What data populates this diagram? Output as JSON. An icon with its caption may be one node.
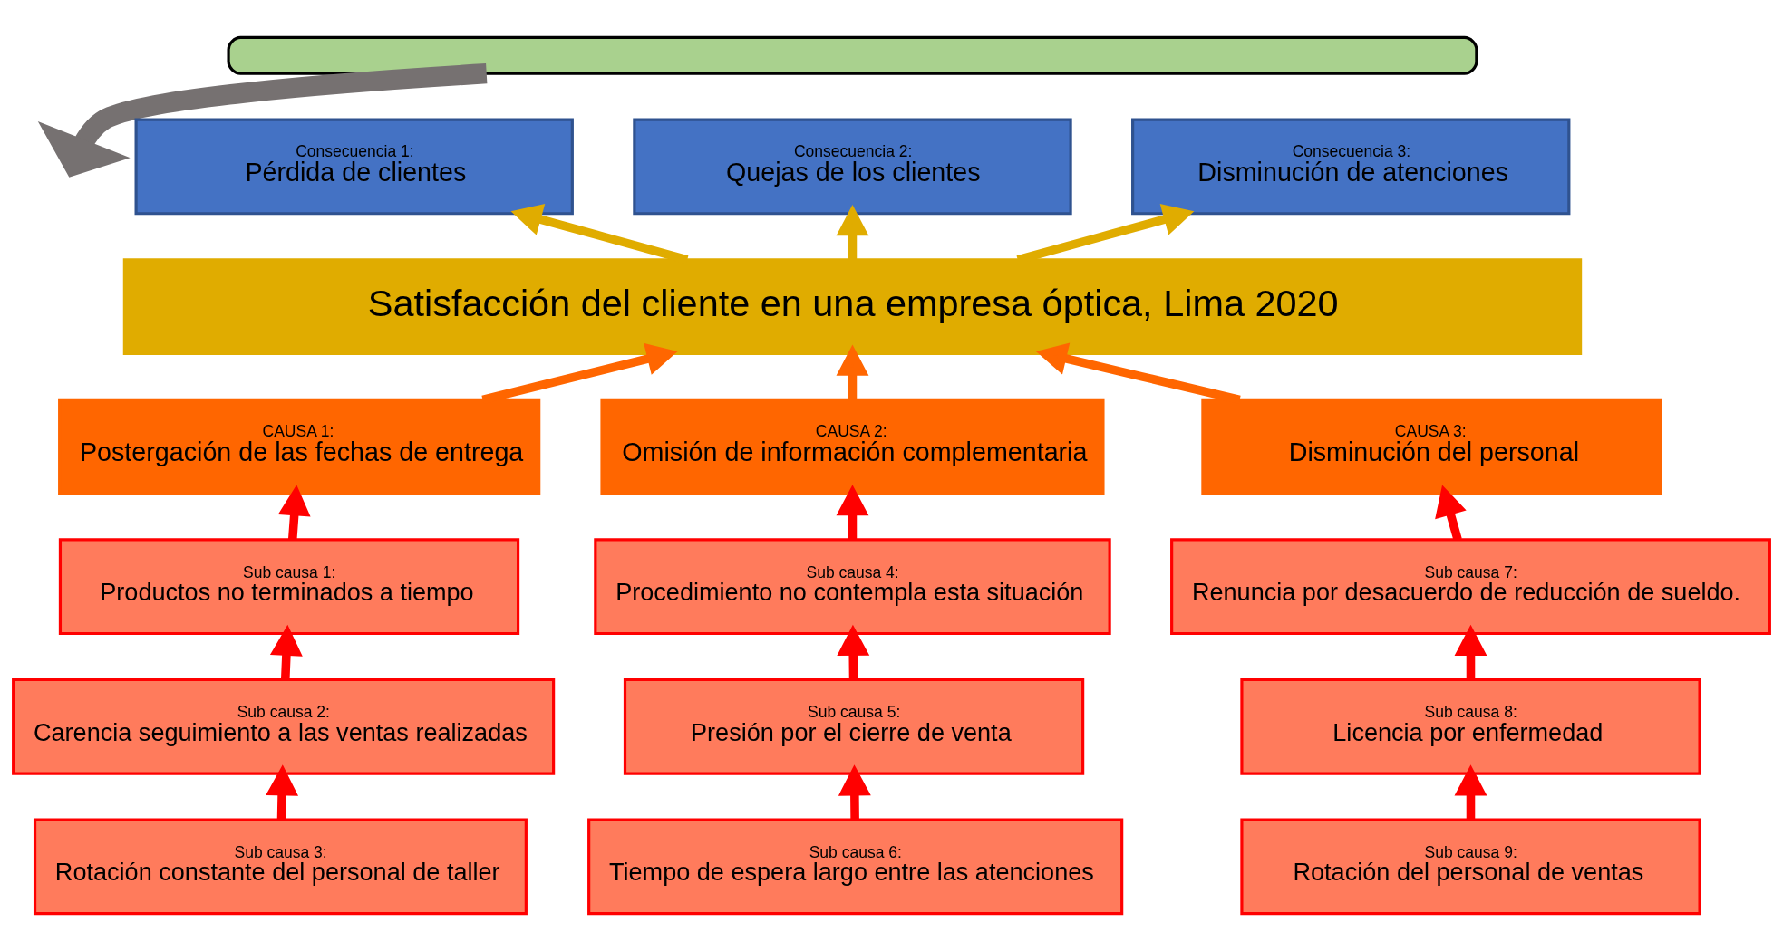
{
  "diagram": {
    "nodes": [
      {
        "text": [],
        "shape": "banner"
      },
      {
        "text": [
          "Consecuencia 1:",
          "Pérdida de clientes"
        ]
      },
      {
        "text": [
          "Consecuencia 2:",
          "Quejas de los clientes"
        ]
      },
      {
        "text": [
          "Consecuencia 3:",
          "Disminución de atenciones"
        ]
      },
      {
        "text": [
          "Satisfacción del cliente en una empresa óptica, Lima 2020"
        ]
      },
      {
        "text": [
          "CAUSA 1:",
          "Postergación de las fechas de entrega"
        ]
      },
      {
        "text": [
          "CAUSA 2:",
          "Omisión de información complementaria"
        ]
      },
      {
        "text": [
          "CAUSA 3:",
          "Disminución del personal"
        ]
      },
      {
        "text": [
          "Sub causa 1:",
          "Productos no terminados a tiempo"
        ]
      },
      {
        "text": [
          "Sub causa 4:",
          "Procedimiento no contempla esta situación"
        ]
      },
      {
        "text": [
          "Sub causa 7:",
          "Renuncia por desacuerdo de reducción de sueldo."
        ]
      },
      {
        "text": [
          "Sub causa 2:",
          "Carencia seguimiento a las ventas realizadas"
        ]
      },
      {
        "text": [
          "Sub causa 5:",
          "Presión por el cierre de venta"
        ]
      },
      {
        "text": [
          "Sub causa 8:",
          "Licencia por enfermedad"
        ]
      },
      {
        "text": [
          "Sub causa 3:",
          "Rotación constante del personal de taller"
        ]
      },
      {
        "text": [
          "Sub causa 6:",
          "Tiempo de espera largo entre las atenciones"
        ]
      },
      {
        "text": [
          "Sub causa 9:",
          "Rotación del personal de ventas"
        ]
      }
    ],
    "edges": [
      {
        "from": 0,
        "to": null,
        "arrow": "to",
        "style": "thick",
        "color": "#767171"
      },
      {
        "from": 4,
        "to": 1,
        "arrow": "to",
        "color": "#e0ac00"
      },
      {
        "from": 4,
        "to": 2,
        "arrow": "to",
        "color": "#e0ac00"
      },
      {
        "from": 4,
        "to": 3,
        "arrow": "to",
        "color": "#e0ac00"
      },
      {
        "from": 5,
        "to": 4,
        "arrow": "to",
        "color": "#ff6600"
      },
      {
        "from": 6,
        "to": 4,
        "arrow": "to",
        "color": "#ff6600"
      },
      {
        "from": 7,
        "to": 4,
        "arrow": "to",
        "color": "#ff6600"
      },
      {
        "from": 8,
        "to": 5,
        "arrow": "to"
      },
      {
        "from": 11,
        "to": 8,
        "arrow": "to"
      },
      {
        "from": 14,
        "to": 11,
        "arrow": "to"
      },
      {
        "from": 9,
        "to": 6,
        "arrow": "to"
      },
      {
        "from": 12,
        "to": 9,
        "arrow": "to"
      },
      {
        "from": 15,
        "to": 12,
        "arrow": "to"
      },
      {
        "from": 10,
        "to": 7,
        "arrow": "to"
      },
      {
        "from": 13,
        "to": 10,
        "arrow": "to"
      },
      {
        "from": 16,
        "to": 13,
        "arrow": "to"
      }
    ]
  }
}
